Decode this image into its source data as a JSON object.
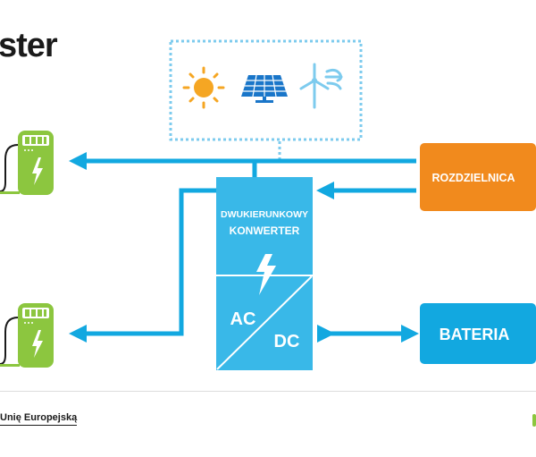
{
  "header": {
    "title_fragment": "ster"
  },
  "converter": {
    "label_line1": "DWUKIERUNKOWY",
    "label_line2": "KONWERTER",
    "ac": "AC",
    "dc": "DC"
  },
  "distribution": {
    "label": "ROZDZIELNICA"
  },
  "battery": {
    "label": "BATERIA"
  },
  "sources": {
    "icons": [
      "sun-icon",
      "solar-panel-icon",
      "wind-turbine-icon"
    ]
  },
  "footer": {
    "text_fragment": "Unię Europejską"
  },
  "colors": {
    "arrow": "#12a8e0",
    "charger": "#8cc63f",
    "converter": "#39b8e8",
    "distribution": "#f18a1d",
    "battery": "#12a8e0",
    "sun": "#f5a623",
    "title": "#1a1a1a"
  }
}
